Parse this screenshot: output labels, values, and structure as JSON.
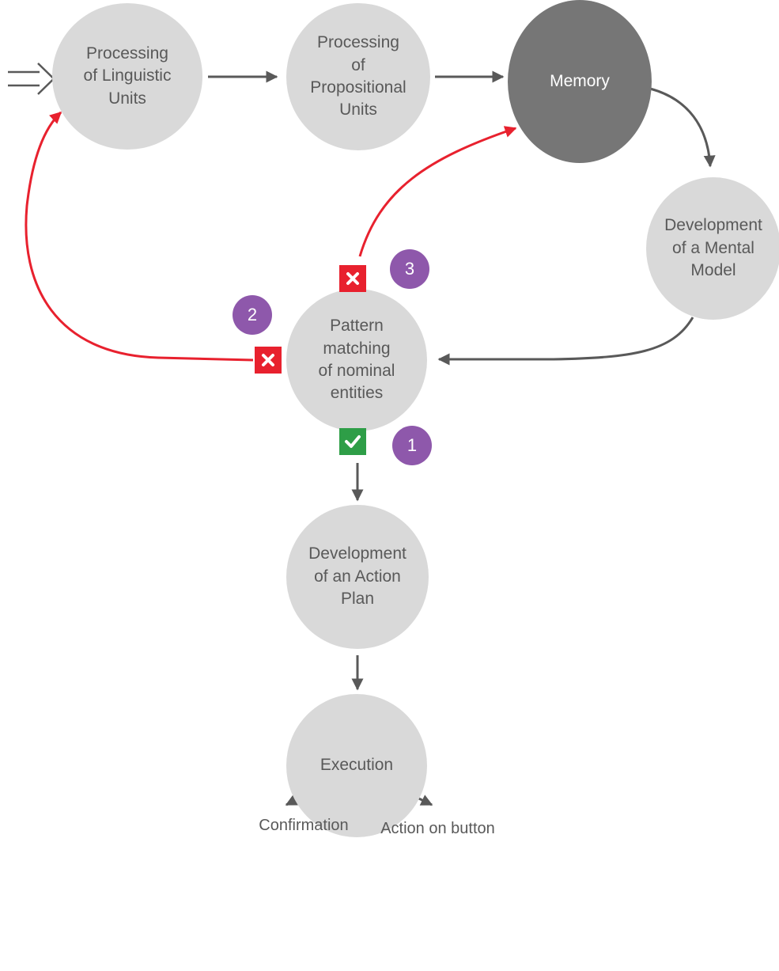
{
  "nodes": {
    "linguistic_units": "Processing\nof Linguistic\nUnits",
    "propositional_units": "Processing\nof\nPropositional\nUnits",
    "memory": "Memory",
    "mental_model": "Development\nof a Mental\nModel",
    "pattern_matching": "Pattern\nmatching\nof nominal\nentities",
    "action_plan": "Development\nof an Action\nPlan",
    "execution": "Execution"
  },
  "badges": {
    "one": "1",
    "two": "2",
    "three": "3"
  },
  "outcomes": {
    "confirmation": "Confirmation",
    "action_on_button": "Action on button"
  },
  "colors": {
    "node_fill": "#d9d9d9",
    "memory_fill": "#767676",
    "flow_arrow": "#595959",
    "failure_arrow": "#e8212e",
    "failure_mark": "#e8212e",
    "success_mark": "#2e9e47",
    "badge": "#8e58ab"
  },
  "icons": {
    "input_arrow": "hollow-double-arrow-right-icon",
    "output_arrow": "hollow-double-arrow-down-icon",
    "failure": "cross-icon",
    "success": "check-icon"
  }
}
